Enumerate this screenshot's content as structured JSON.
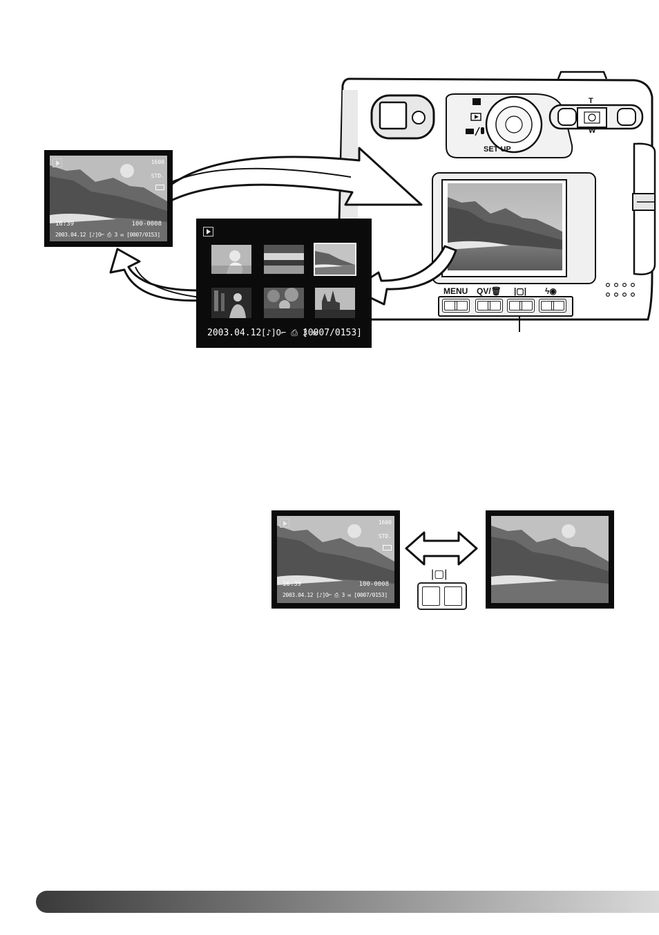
{
  "single_frame": {
    "resolution": "1600",
    "quality": "STD.",
    "time": "16:39",
    "file_number": "100-0008",
    "info_line": "2003.04.12 [♪]O⌐ ⎙ 3 ✉ [0007/0153]"
  },
  "index_frame": {
    "date": "2003.04.12",
    "icons": "[♪]O⌐ ⎙ 3 ✉",
    "frame_counter": "[0007/0153]"
  },
  "camera": {
    "mode_labels": [
      "SET UP"
    ],
    "zoom_tele": "T",
    "zoom_wide": "W",
    "button_labels": {
      "menu": "MENU",
      "qv": "QV/",
      "display": "|▢|",
      "flash": "ϟ◉"
    }
  },
  "bottom_pair": {
    "resolution": "1600",
    "quality": "STD.",
    "time": "16:39",
    "file_number": "100-0008",
    "info_line": "2003.04.12 [♪]O⌐ ⎙ 3 ✉ [0007/0153]",
    "display_button_symbol": "|▢|"
  },
  "colors": {
    "screen_bg": "#0b0b0b",
    "footer_bar_start": "#3a3a3a",
    "footer_bar_end": "#d9d9d9"
  }
}
